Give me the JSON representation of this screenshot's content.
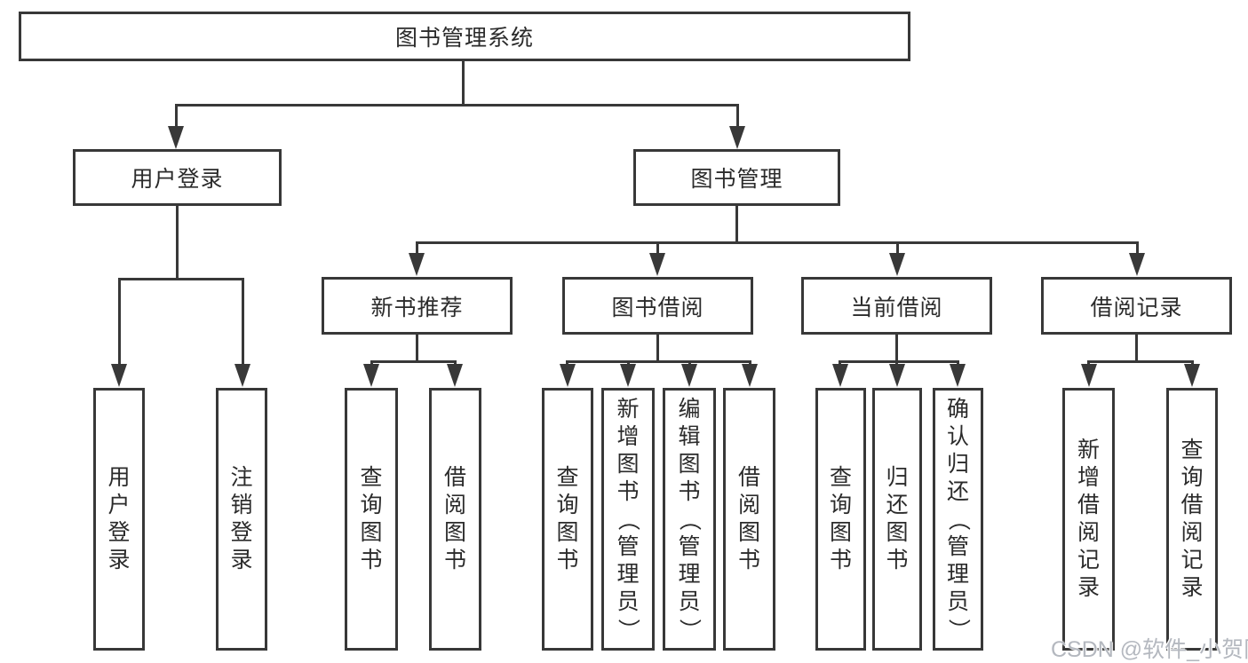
{
  "colors": {
    "background": "#ffffff",
    "line": "#383838",
    "text": "#2b2b2b",
    "watermark": "#b4b8bf"
  },
  "watermark": "CSDN @软件_小贺同学",
  "tree": {
    "label": "图书管理系统",
    "children": [
      {
        "label": "用户登录",
        "children": [
          {
            "label": "用户登录"
          },
          {
            "label": "注销登录"
          }
        ]
      },
      {
        "label": "图书管理",
        "children": [
          {
            "label": "新书推荐",
            "children": [
              {
                "label": "查询图书"
              },
              {
                "label": "借阅图书"
              }
            ]
          },
          {
            "label": "图书借阅",
            "children": [
              {
                "label": "查询图书"
              },
              {
                "label": "新增图书（管理员）"
              },
              {
                "label": "编辑图书（管理员）"
              },
              {
                "label": "借阅图书"
              }
            ]
          },
          {
            "label": "当前借阅",
            "children": [
              {
                "label": "查询图书"
              },
              {
                "label": "归还图书"
              },
              {
                "label": "确认归还（管理员）"
              }
            ]
          },
          {
            "label": "借阅记录",
            "children": [
              {
                "label": "新增借阅记录"
              },
              {
                "label": "查询借阅记录"
              }
            ]
          }
        ]
      }
    ]
  }
}
